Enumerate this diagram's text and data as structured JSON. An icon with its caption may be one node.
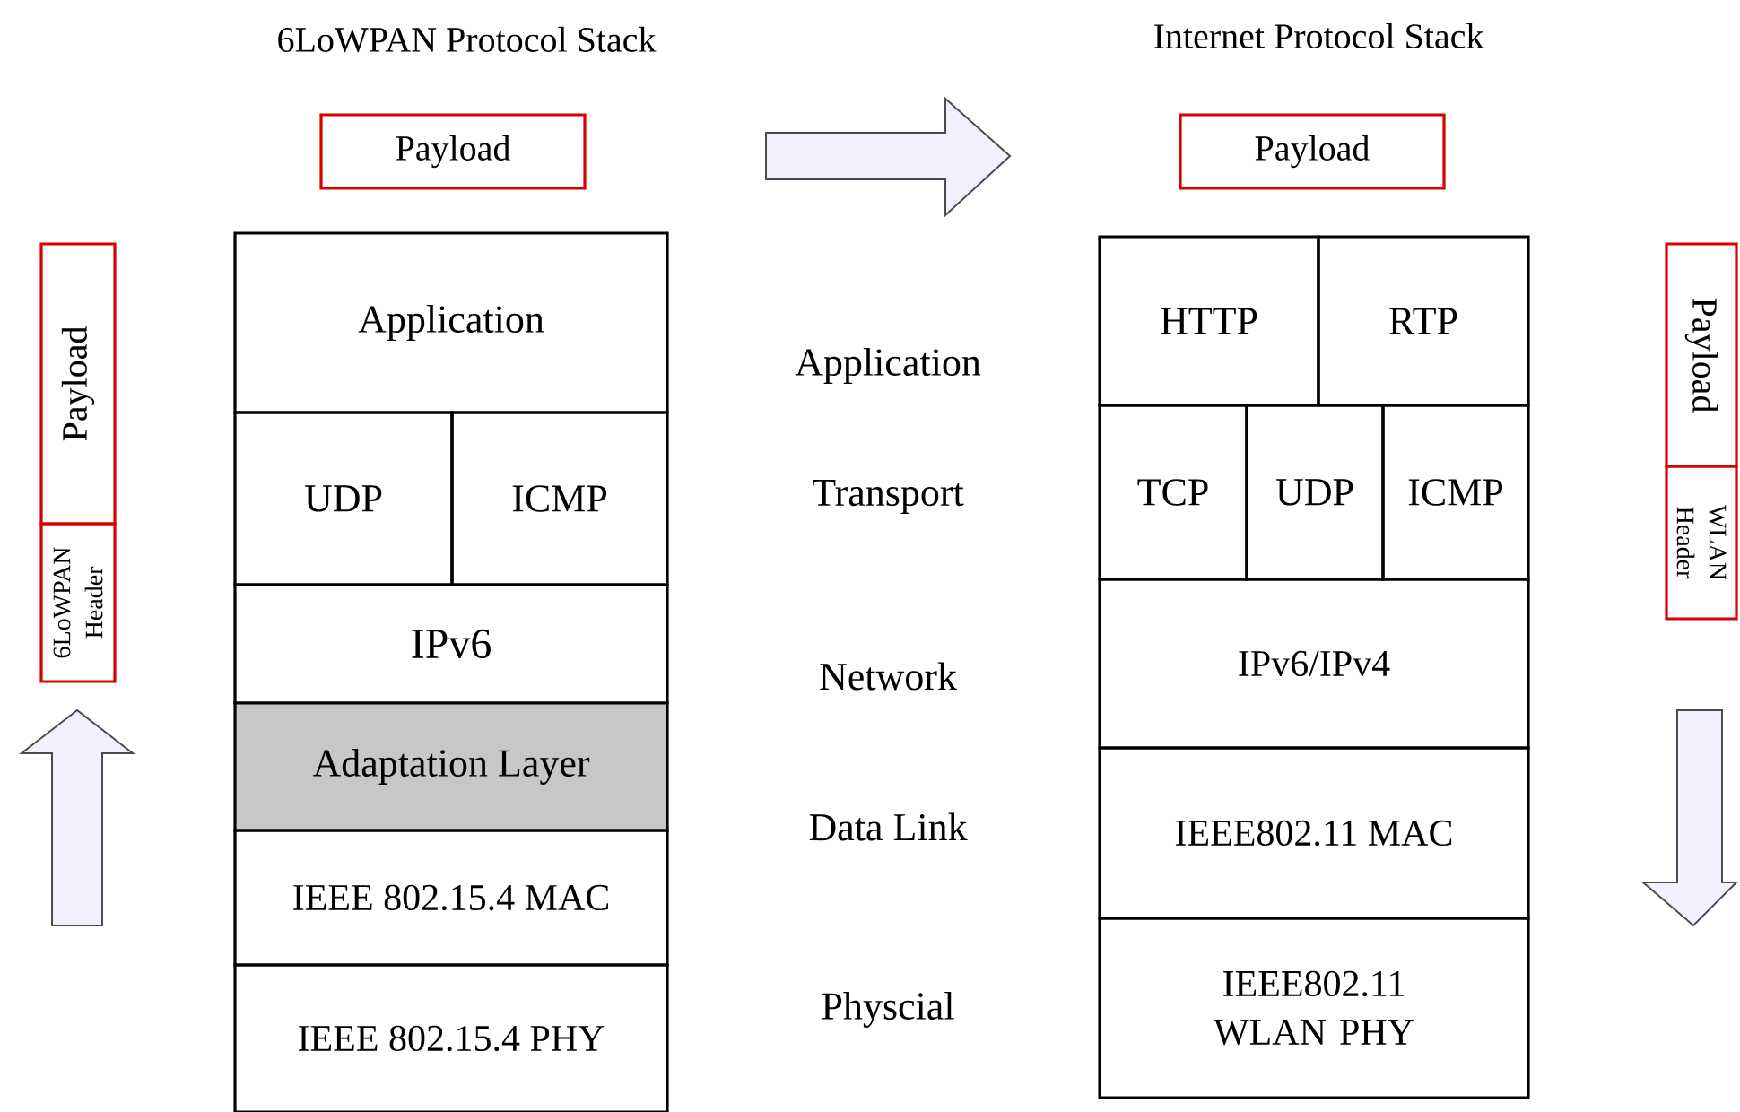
{
  "diagram": {
    "nodes": [
      {
        "text": [
          "Payload"
        ]
      },
      {
        "text": [
          "Payload"
        ]
      },
      {
        "text": [
          "Payload"
        ]
      },
      {
        "text": [
          "6LoWPAN Header"
        ]
      },
      {
        "text": [
          "Application"
        ]
      },
      {
        "text": [
          "UDP"
        ]
      },
      {
        "text": [
          "ICMP"
        ]
      },
      {
        "text": [
          "IPv6"
        ]
      },
      {
        "text": [
          "Adaptation Layer"
        ]
      },
      {
        "text": [
          "IEEE 802.15.4 MAC"
        ]
      },
      {
        "text": [
          "IEEE 802.15.4 PHY"
        ]
      },
      {
        "text": [
          "HTTP"
        ]
      },
      {
        "text": [
          "RTP"
        ]
      },
      {
        "text": [
          "TCP"
        ]
      },
      {
        "text": [
          "UDP"
        ]
      },
      {
        "text": [
          "ICMP"
        ]
      },
      {
        "text": [
          "IPv6/IPv4"
        ]
      },
      {
        "text": [
          "IEEE802.11 MAC"
        ]
      },
      {
        "text": [
          "IEEE802.11 WLAN PHY"
        ]
      },
      {
        "text": [
          "Payload"
        ]
      },
      {
        "text": [
          "WLAN Header"
        ]
      }
    ],
    "labels": [
      "6LoWPAN Protocol Stack",
      "Internet Protocol Stack",
      "Application",
      "Transport",
      "Network",
      "Data Link",
      "Physcial"
    ]
  }
}
